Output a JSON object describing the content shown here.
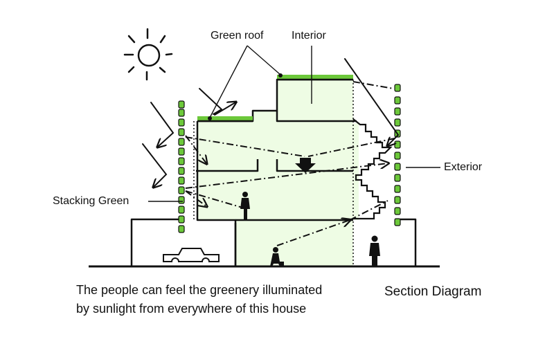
{
  "labels": {
    "green_roof": "Green roof",
    "interior": "Interior",
    "exterior": "Exterior",
    "stacking_green": "Stacking Green"
  },
  "caption": {
    "line1": "The people can feel the greenery illuminated",
    "line2": "by sunlight from everywhere of this house"
  },
  "title": "Section Diagram",
  "colors": {
    "ink": "#111111",
    "interior_fill": "#eefce4",
    "greenery": "#6cc83a"
  }
}
